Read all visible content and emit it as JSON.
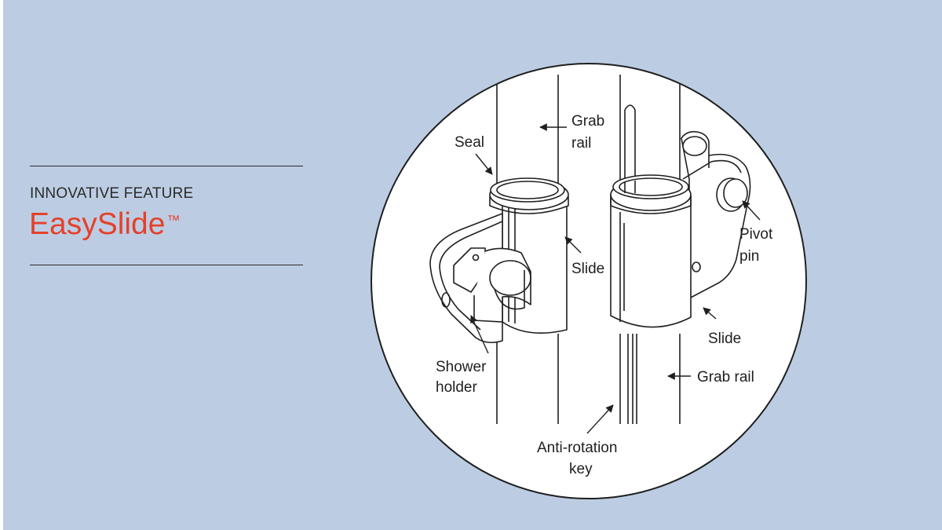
{
  "header": {
    "kicker": "INNOVATIVE FEATURE",
    "feature_name": "EasySlide",
    "trademark": "™"
  },
  "diagram": {
    "labels": {
      "grab_rail_left_1": "Grab",
      "grab_rail_left_2": "rail",
      "seal": "Seal",
      "slide_left": "Slide",
      "shower_holder_1": "Shower",
      "shower_holder_2": "holder",
      "pivot_pin_1": "Pivot",
      "pivot_pin_2": "pin",
      "slide_right": "Slide",
      "grab_rail_right": "Grab rail",
      "anti_rotation_1": "Anti-rotation",
      "anti_rotation_2": "key"
    },
    "colors": {
      "background": "#bccde3",
      "accent": "#e5412b",
      "line": "#1f1f1f",
      "circle_fill": "#ffffff"
    }
  }
}
